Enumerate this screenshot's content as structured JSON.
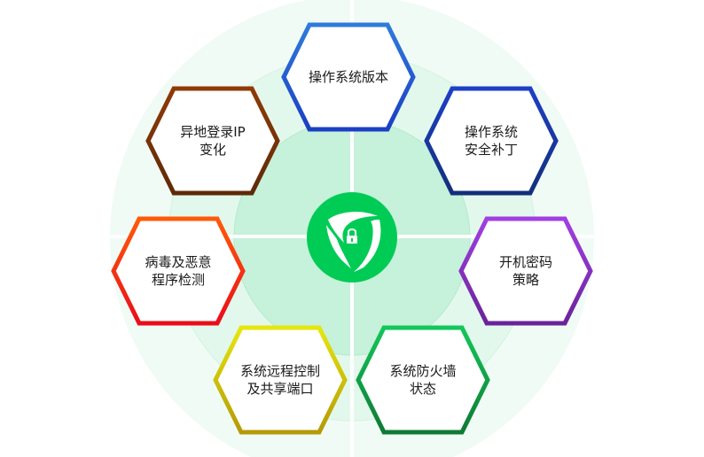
{
  "diagram": {
    "type": "hexagon-radial",
    "center": {
      "icon": "shield-lock-icon",
      "color": "#00cc55"
    },
    "background": {
      "outer_ring_color": "#f1fbf5",
      "middle_ring_color": "#e2f7ea",
      "inner_circle_color": "#c6f1da",
      "divider_color": "#ffffff"
    },
    "items": [
      {
        "id": "os-version",
        "lines": [
          "操作系统版本"
        ],
        "color_top": "#2f7bdc",
        "color_bottom": "#1b3fc4"
      },
      {
        "id": "os-patch",
        "lines": [
          "操作系统",
          "安全补丁"
        ],
        "color_top": "#1e3fc8",
        "color_bottom": "#132f7a"
      },
      {
        "id": "boot-password",
        "lines": [
          "开机密码",
          "策略"
        ],
        "color_top": "#a23fe3",
        "color_bottom": "#6a239b"
      },
      {
        "id": "firewall",
        "lines": [
          "系统防火墙",
          "状态"
        ],
        "color_top": "#13c75a",
        "color_bottom": "#0f7a35"
      },
      {
        "id": "remote-control",
        "lines": [
          "系统远程控制",
          "及共享端口"
        ],
        "color_top": "#e6e60e",
        "color_bottom": "#b49a07"
      },
      {
        "id": "virus-detection",
        "lines": [
          "病毒及恶意",
          "程序检测"
        ],
        "color_top": "#ff5a0a",
        "color_bottom": "#ea0d1a"
      },
      {
        "id": "remote-login-ip",
        "lines": [
          "异地登录IP",
          "变化"
        ],
        "color_top": "#8f3a07",
        "color_bottom": "#5e2b07"
      }
    ]
  }
}
